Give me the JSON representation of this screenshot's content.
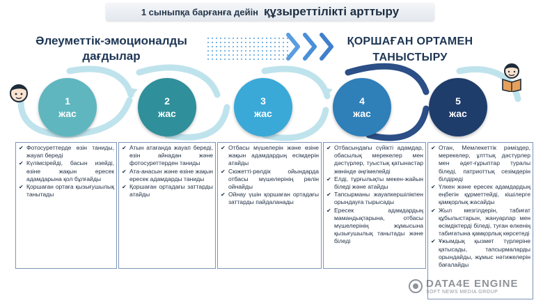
{
  "header": {
    "title_prefix": "1 сыныпқа барғанға дейін",
    "title_main": "құзыреттілікті арттыру"
  },
  "left_heading": [
    "Әлеуметтік-эмоционалды",
    "дағдылар"
  ],
  "right_heading": [
    "ҚОРШАҒАН ОРТАМЕН",
    "ТАНЫСТЫРУ"
  ],
  "colors": {
    "circle_1": "#5fb6bf",
    "circle_2": "#2f8f9a",
    "circle_3": "#3aa9d8",
    "circle_4": "#2f7fb8",
    "circle_5": "#1f3d6b",
    "arc": "#bfe3ec",
    "arc_dark": "#2b4f86"
  },
  "icons": {
    "left": "child-face-icon",
    "right": "child-book-icon"
  },
  "stages": [
    {
      "number": "1",
      "label": "жас",
      "items": [
        "Фотосуреттерде өзін таниды, жауап береді",
        "Күлімсірейді, басын изейді, өзіне жақын ересек адамдарына қол бұлғайды",
        "Қоршаған ортаға қызығушылық танытады"
      ]
    },
    {
      "number": "2",
      "label": "жас",
      "items": [
        "Атын атағанда жауап береді, өзін айнадан және фотосуреттерден таниды",
        "Ата-анасын және өзіне жақын ересек адамдарды таниды",
        "Қоршаған ортадағы заттарды атайды"
      ]
    },
    {
      "number": "3",
      "label": "жас",
      "items": [
        "Отбасы мүшелерін және өзіне жақын адамдардың есімдерін атайды",
        "Сюжетті-рөлдік ойындарда отбасы мүшелерінің рөлін ойнайды",
        "Ойнау үшін қоршаған ортадағы заттарды пайдаланады"
      ]
    },
    {
      "number": "4",
      "label": "жас",
      "items": [
        "Отбасындағы сүйікті адамдар, обасылық мерекелер мен дәстүрлер, туыстық қатынастар жөнінде әңгімелейді",
        "Елді, тұрғылықты мекен-жайын біледі және атайды",
        "Тапсырманы жауапкершілікпен орындауға тырысады",
        "Ересек адамдардың мамандықтарына, отбасы мүшелерінің жұмысына қызығушылық танытады және біледі"
      ]
    },
    {
      "number": "5",
      "label": "жас",
      "items": [
        "Отан, Мемлекеттік рәміздер, мерекелер, ұлттық дәстүрлер мен әдет-ғұрыптар туралы біледі, патриоттық сезімдерін білдіреді",
        "Үлкен және ересек адамдардың еңбегін құрметтейді, кішілерге қамқорлық жасайды",
        "Жыл мезгілдерін, табиғат құбылыстарын, жануарлар мен өсімдіктерді біледі, туған өлкенің табиғатына қамқорлық көрсетеді",
        "Ұжымдық қызмет түрлеріне қатысады, тапсырмаларды орындайды, жұмыс нәтижелерін бағалайды"
      ]
    }
  ],
  "watermark": {
    "name": "DATA4E ENGINE",
    "sub": "SOFT NEWS MEDIA GROUP"
  }
}
